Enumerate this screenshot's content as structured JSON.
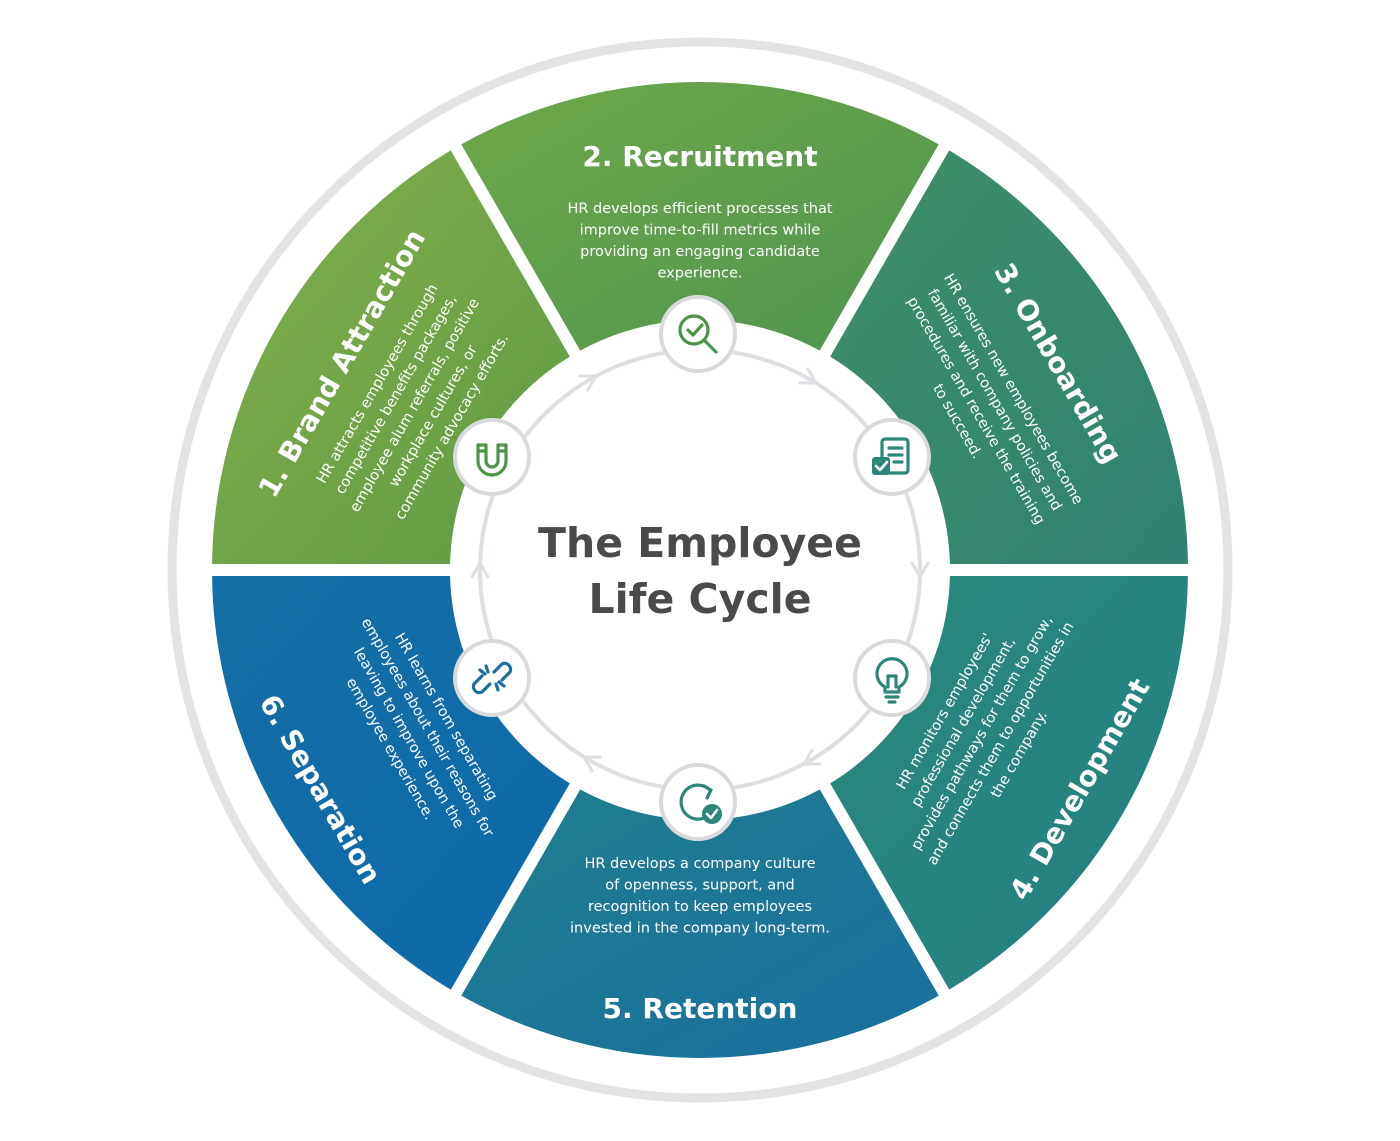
{
  "title_lines": [
    "The Employee",
    "Life Cycle"
  ],
  "colors": {
    "outer_ring": "#e3e3e6",
    "inner_track": "#dedfe2",
    "icon_border": "#d9dadd",
    "green_icon": "#4b9448",
    "teal_icon": "#2b8779",
    "blue_icon": "#1b6fa0",
    "divider": "#ffffff"
  },
  "stages": [
    {
      "id": "brand-attraction",
      "title": "1. Brand Attraction",
      "description": [
        "HR attracts employees through",
        "competitive benefits packages,",
        "employee alum referrals, positive",
        "workplace cultures, or",
        "community advocacy efforts."
      ],
      "icon": "magnet-icon",
      "fill_start": "#83b04b",
      "fill_end": "#5e9a45"
    },
    {
      "id": "recruitment",
      "title": "2. Recruitment",
      "description": [
        "HR develops efficient processes that",
        "improve time-to-fill metrics while",
        "providing an engaging candidate",
        "experience."
      ],
      "icon": "magnifier-check-icon",
      "fill_start": "#6fa84a",
      "fill_end": "#4e9450"
    },
    {
      "id": "onboarding",
      "title": "3. Onboarding",
      "description": [
        "HR ensures new employees become",
        "familiar with company policies and",
        "procedures and receive the training",
        "to succeed."
      ],
      "icon": "checklist-icon",
      "fill_start": "#3f8f68",
      "fill_end": "#2f8272"
    },
    {
      "id": "development",
      "title": "4. Development",
      "description": [
        "HR monitors employees'",
        "professional development,",
        "provides pathways for them to grow,",
        "and connects them to opportunities in",
        "the company."
      ],
      "icon": "lightbulb-icon",
      "fill_start": "#2a8a7a",
      "fill_end": "#237f84"
    },
    {
      "id": "retention",
      "title": "5. Retention",
      "description": [
        "HR develops a company culture",
        "of openness, support, and",
        "recognition to keep employees",
        "invested in the company long-term."
      ],
      "icon": "refresh-check-icon",
      "fill_start": "#1f7f8d",
      "fill_end": "#196f9e"
    },
    {
      "id": "separation",
      "title": "6. Separation",
      "description": [
        "HR learns from separating",
        "employees about their reasons for",
        "leaving to improve upon the",
        "employee experience."
      ],
      "icon": "broken-link-icon",
      "fill_start": "#146ea6",
      "fill_end": "#0d6aa9"
    }
  ]
}
